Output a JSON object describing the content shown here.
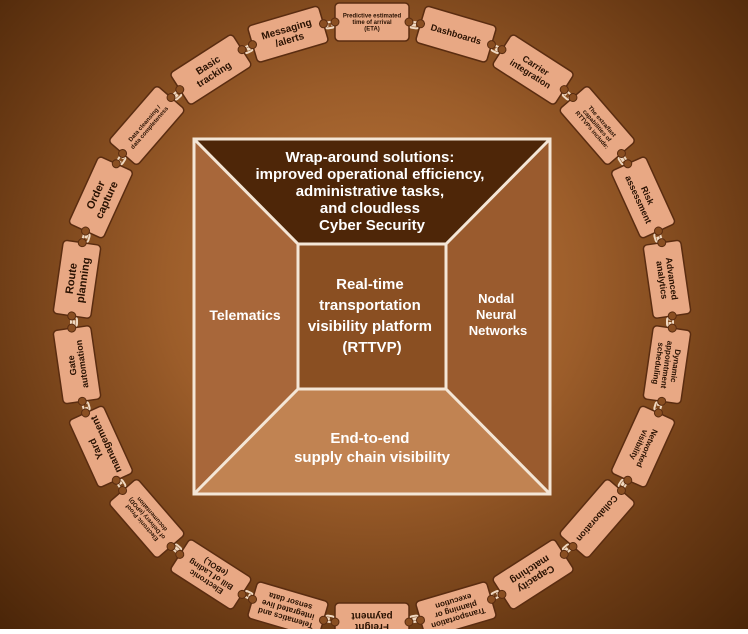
{
  "center": {
    "top_lines": [
      "Wrap-around solutions:",
      "improved operational efficiency,",
      "administrative tasks,",
      "and cloudless",
      "Cyber Security"
    ],
    "middle_lines": [
      "Real-time",
      "transportation",
      "visibility platform",
      "(RTTVP)"
    ],
    "left_label": "Telematics",
    "right_lines": [
      "Nodal",
      "Neural",
      "Networks"
    ],
    "bottom_lines": [
      "End-to-end",
      "supply chain visibility"
    ]
  },
  "ring": [
    {
      "lines": [
        "Predictive estimated",
        "time of arrival",
        "(ETA)"
      ],
      "size": 6
    },
    {
      "lines": [
        "Dashboards"
      ],
      "size": 9
    },
    {
      "lines": [
        "Carrier",
        "integration"
      ],
      "size": 9
    },
    {
      "lines": [
        "The extra/fast",
        "capabilities of",
        "RTTVPs include:"
      ],
      "size": 6
    },
    {
      "lines": [
        "Risk",
        "assessment"
      ],
      "size": 9
    },
    {
      "lines": [
        "Advanced",
        "analytics"
      ],
      "size": 9
    },
    {
      "lines": [
        "Dynamic",
        "appointment",
        "scheduling"
      ],
      "size": 8
    },
    {
      "lines": [
        "Networked",
        "visibility"
      ],
      "size": 8
    },
    {
      "lines": [
        "Collaboration"
      ],
      "size": 9
    },
    {
      "lines": [
        "Capacity",
        "matching"
      ],
      "size": 10
    },
    {
      "lines": [
        "Transportation",
        "planning or",
        "execution"
      ],
      "size": 8
    },
    {
      "lines": [
        "Freight",
        "payment"
      ],
      "size": 10
    },
    {
      "lines": [
        "Telematics and",
        "integrated live",
        "sensor data"
      ],
      "size": 8
    },
    {
      "lines": [
        "Electronic",
        "Bill of Lading",
        "(eBOL)"
      ],
      "size": 8
    },
    {
      "lines": [
        "Electronic Proof",
        "of Delivery (ePOD)",
        "documentation"
      ],
      "size": 6
    },
    {
      "lines": [
        "Yard",
        "management"
      ],
      "size": 10
    },
    {
      "lines": [
        "Gate",
        "automation"
      ],
      "size": 9
    },
    {
      "lines": [
        "Route",
        "planning"
      ],
      "size": 11
    },
    {
      "lines": [
        "Order",
        "capture"
      ],
      "size": 11
    },
    {
      "lines": [
        "Data cleansing /",
        "data completeness"
      ],
      "size": 6
    },
    {
      "lines": [
        "Basic",
        "tracking"
      ],
      "size": 10
    },
    {
      "lines": [
        "Messaging",
        "/alerts"
      ],
      "size": 10
    }
  ],
  "colors": {
    "card_fill": "#e8a884",
    "card_stroke": "#5a2c10",
    "top_panel": "#4e2608",
    "side_panel": "#a8673a",
    "middle_panel": "#8a4f22",
    "bottom_panel": "#c18352",
    "frame": "#f4e6d6",
    "chain": "#f0d8c0"
  }
}
